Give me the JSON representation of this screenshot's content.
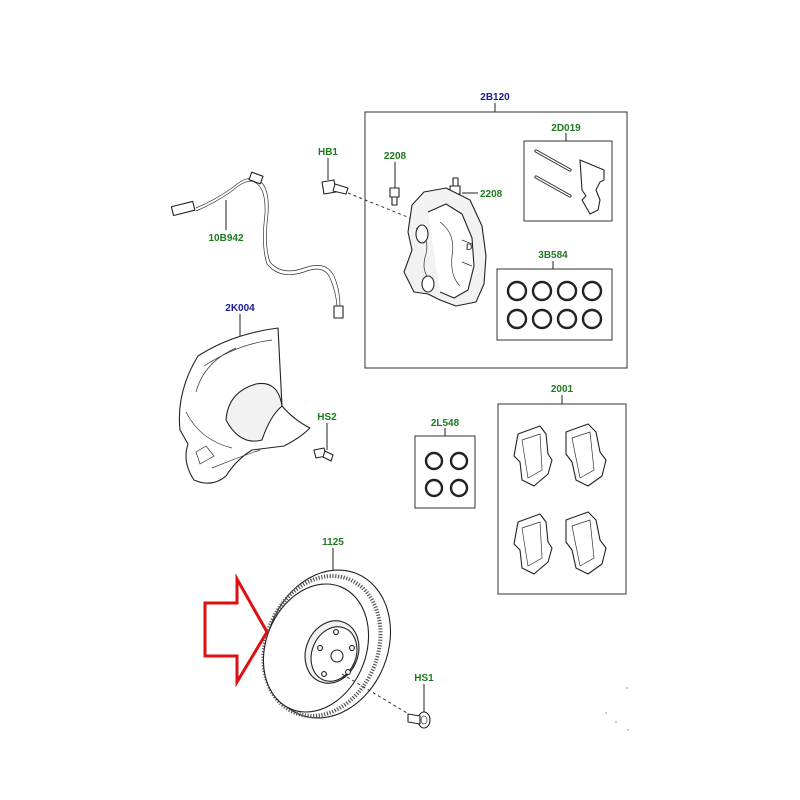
{
  "colors": {
    "group_label": "#1a1a9a",
    "part_label": "#1f7a1f",
    "arrow": "#dd1111"
  },
  "labels": {
    "caliper_group": "2B120",
    "guide_pin_kit": "2D019",
    "bleed_screw_left": "2208",
    "bleed_screw_right": "2208",
    "caliper_bolt": "HB1",
    "wear_sensor": "10B942",
    "piston_seal_kit": "3B584",
    "splash_shield": "2K004",
    "shield_screw": "HS2",
    "seal_kit": "2L548",
    "pad_set": "2001",
    "brake_disc": "1125",
    "disc_screw": "HS1"
  },
  "icons": {
    "indicator": "red-outline-arrow-icon"
  }
}
